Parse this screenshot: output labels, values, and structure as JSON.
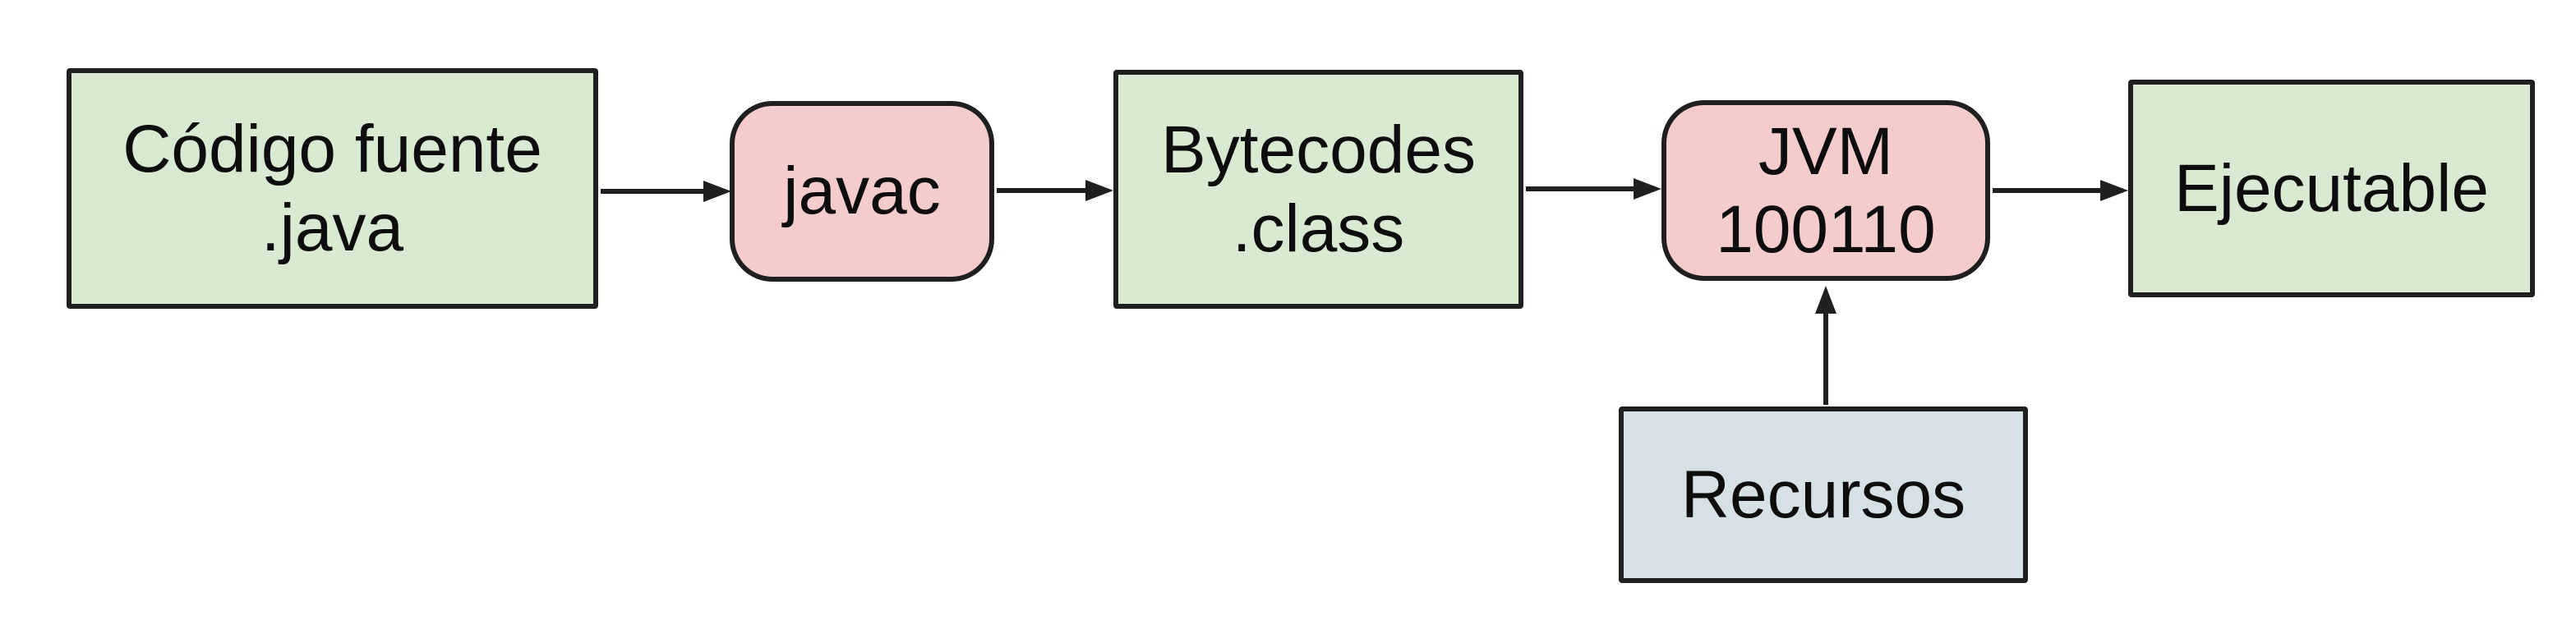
{
  "diagram": {
    "description": "Java compilation and execution flow",
    "nodes": {
      "codigo_fuente": {
        "label": "Código fuente\n.java",
        "shape": "rect",
        "color_key": "green"
      },
      "javac": {
        "label": "javac",
        "shape": "rounded",
        "color_key": "pink"
      },
      "bytecodes": {
        "label": "Bytecodes\n.class",
        "shape": "rect",
        "color_key": "green"
      },
      "jvm": {
        "label": "JVM\n100110",
        "shape": "rounded",
        "color_key": "pink"
      },
      "ejecutable": {
        "label": "Ejecutable",
        "shape": "rect",
        "color_key": "green"
      },
      "recursos": {
        "label": "Recursos",
        "shape": "rect",
        "color_key": "blue"
      }
    },
    "edges": [
      {
        "from": "codigo_fuente",
        "to": "javac",
        "direction": "right"
      },
      {
        "from": "javac",
        "to": "bytecodes",
        "direction": "right"
      },
      {
        "from": "bytecodes",
        "to": "jvm",
        "direction": "right"
      },
      {
        "from": "jvm",
        "to": "ejecutable",
        "direction": "right"
      },
      {
        "from": "recursos",
        "to": "jvm",
        "direction": "up"
      }
    ],
    "colors": {
      "green": "#d9ead3",
      "pink": "#f4cccc",
      "blue": "#d5e1e5",
      "border": "#1f1f1f",
      "arrow": "#1f1f1f",
      "text": "#0d0d0d"
    }
  }
}
